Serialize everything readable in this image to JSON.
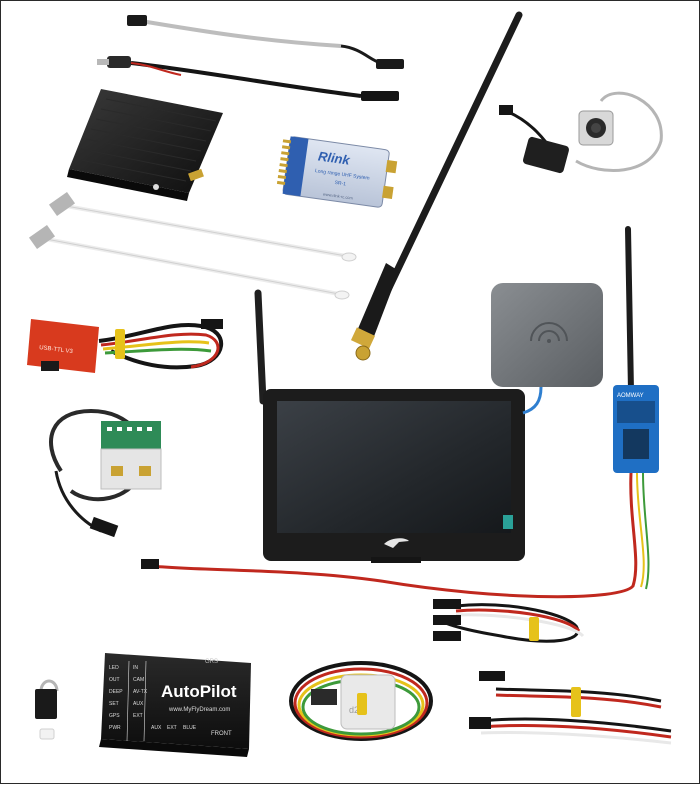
{
  "product": {
    "kit_items": [
      "audio-video-cable",
      "servo-lead-cable",
      "video-transmitter",
      "rlink-module",
      "whip-antenna-1",
      "whip-antenna-2",
      "long-rubber-antenna",
      "fpv-camera",
      "usb-ttl-adapter",
      "wiring-harness-red",
      "current-sensor-board",
      "fpv-monitor",
      "patch-antenna",
      "video-transmitter-blue",
      "servo-y-cable",
      "autopilot-board",
      "gps-module",
      "servo-cable-bundle",
      "buzzer-clip"
    ],
    "rlink_module": {
      "brand": "Rlink",
      "subtitle": "Long range UHF System",
      "model": "SR-1",
      "url": "www.rlink-rc.com"
    },
    "autopilot": {
      "title": "AutoPilot",
      "url": "www.MyFlyDream.com",
      "front_label": "FRONT",
      "side_labels_left": [
        "LED",
        "OUT",
        "DEEP",
        "SET",
        "GPS",
        "PWR"
      ],
      "side_labels_right": [
        "IN",
        "CAM",
        "AV-TX",
        "AUX",
        "EXT"
      ],
      "bottom_labels": [
        "AUX",
        "EXT",
        "BLUE"
      ],
      "top_small": "GRS"
    },
    "usb_board_label": "USB-TTL V3",
    "vtx_brand": "AOMWAY",
    "gps_label": "d2"
  },
  "colors": {
    "background": "#ffffff",
    "frame": "#2a2a2a",
    "monitor_body": "#1c1c1c",
    "screen": "#2a2e33",
    "red_board": "#d83a1e",
    "green_board": "#2e8b57",
    "blue_vtx": "#1f6fc4",
    "patch_antenna": "#6f7377",
    "rlink_blue": "#2f5fb0",
    "wire_red": "#c0281e",
    "wire_yellow": "#e6c21a",
    "wire_green": "#3d9a3a",
    "wire_white": "#e8e8e8",
    "wire_black": "#151515",
    "gold": "#c9a233"
  }
}
